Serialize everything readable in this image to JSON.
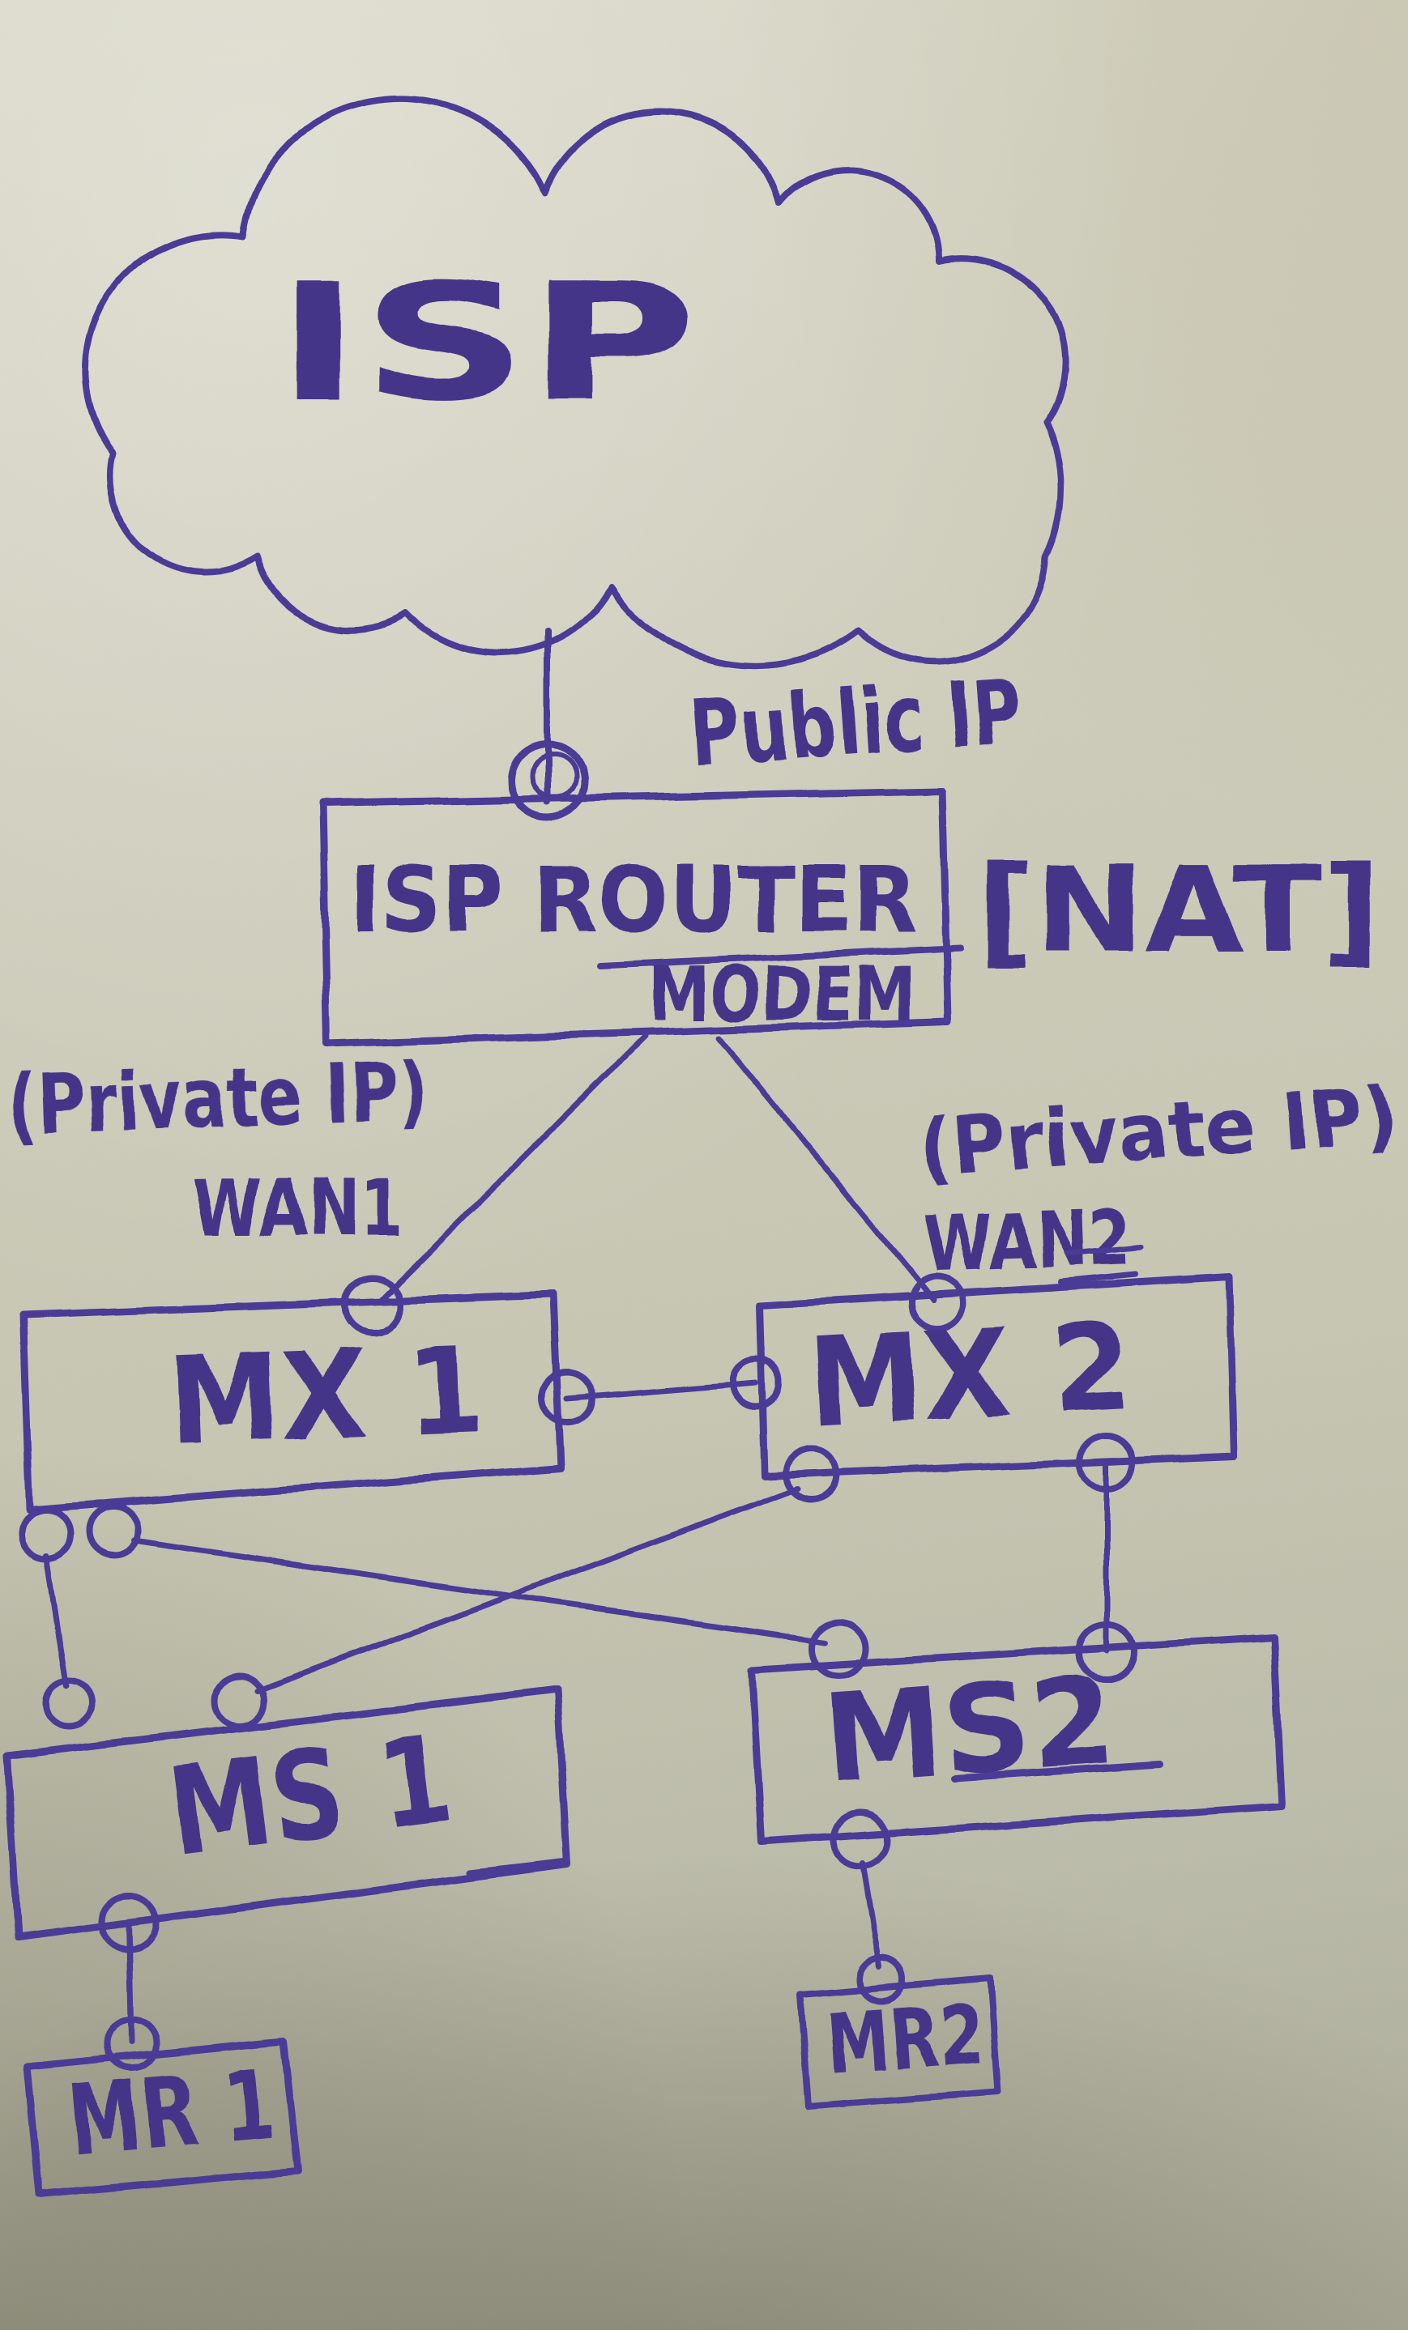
{
  "diagram": {
    "type": "hand-drawn network topology sketch",
    "ink_color": "#4a3b96",
    "paper_color": "#c9c8b6",
    "nodes": {
      "cloud": {
        "label": "ISP",
        "shape": "cloud"
      },
      "router": {
        "line1": "ISP ROUTER",
        "line2": "MODEM",
        "tag": "[NAT]",
        "shape": "box"
      },
      "mx1": {
        "label": "MX 1",
        "shape": "box"
      },
      "mx2": {
        "label": "MX 2",
        "shape": "box"
      },
      "ms1": {
        "label": "MS 1",
        "shape": "box"
      },
      "ms2": {
        "label": "MS2",
        "shape": "box"
      },
      "mr1": {
        "label": "MR 1",
        "shape": "box"
      },
      "mr2": {
        "label": "MR2",
        "shape": "box"
      }
    },
    "annotations": {
      "public_ip": "Public IP",
      "private_ip_left": "(Private IP)",
      "wan1": "WAN1",
      "private_ip_right": "(Private IP)",
      "wan2": "WAN2"
    },
    "edges": [
      {
        "from": "cloud",
        "to": "router",
        "label": "Public IP"
      },
      {
        "from": "router",
        "to": "mx1",
        "label": "WAN1 (Private IP)"
      },
      {
        "from": "router",
        "to": "mx2",
        "label": "WAN2 (Private IP)"
      },
      {
        "from": "mx1",
        "to": "mx2"
      },
      {
        "from": "mx1",
        "to": "ms1"
      },
      {
        "from": "mx1",
        "to": "ms2"
      },
      {
        "from": "mx2",
        "to": "ms1"
      },
      {
        "from": "mx2",
        "to": "ms2"
      },
      {
        "from": "ms1",
        "to": "mr1"
      },
      {
        "from": "ms2",
        "to": "mr2"
      }
    ]
  }
}
